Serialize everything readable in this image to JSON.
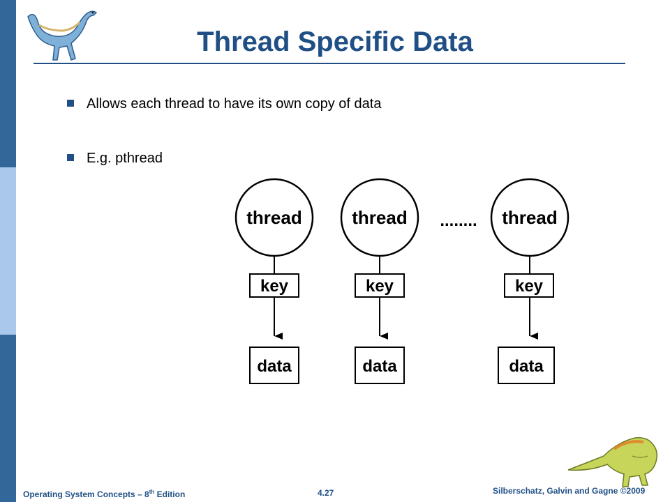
{
  "slide": {
    "title": "Thread Specific Data",
    "bullets": [
      "Allows each thread to have its own copy of data",
      "E.g. pthread"
    ]
  },
  "diagram": {
    "columns": [
      {
        "thread": "thread",
        "key": "key",
        "data": "data"
      },
      {
        "thread": "thread",
        "key": "key",
        "data": "data"
      },
      {
        "thread": "thread",
        "key": "key",
        "data": "data"
      }
    ],
    "ellipsis": "........"
  },
  "footer": {
    "left_main": "Operating System Concepts – 8",
    "left_sup": "th",
    "left_tail": " Edition",
    "page_number": "4.27",
    "right": "Silberschatz, Galvin and Gagne ©2009"
  },
  "colors": {
    "accent": "#1f4f85",
    "sidebar": "#336699",
    "sidebar_light": "#a9c8ec"
  }
}
